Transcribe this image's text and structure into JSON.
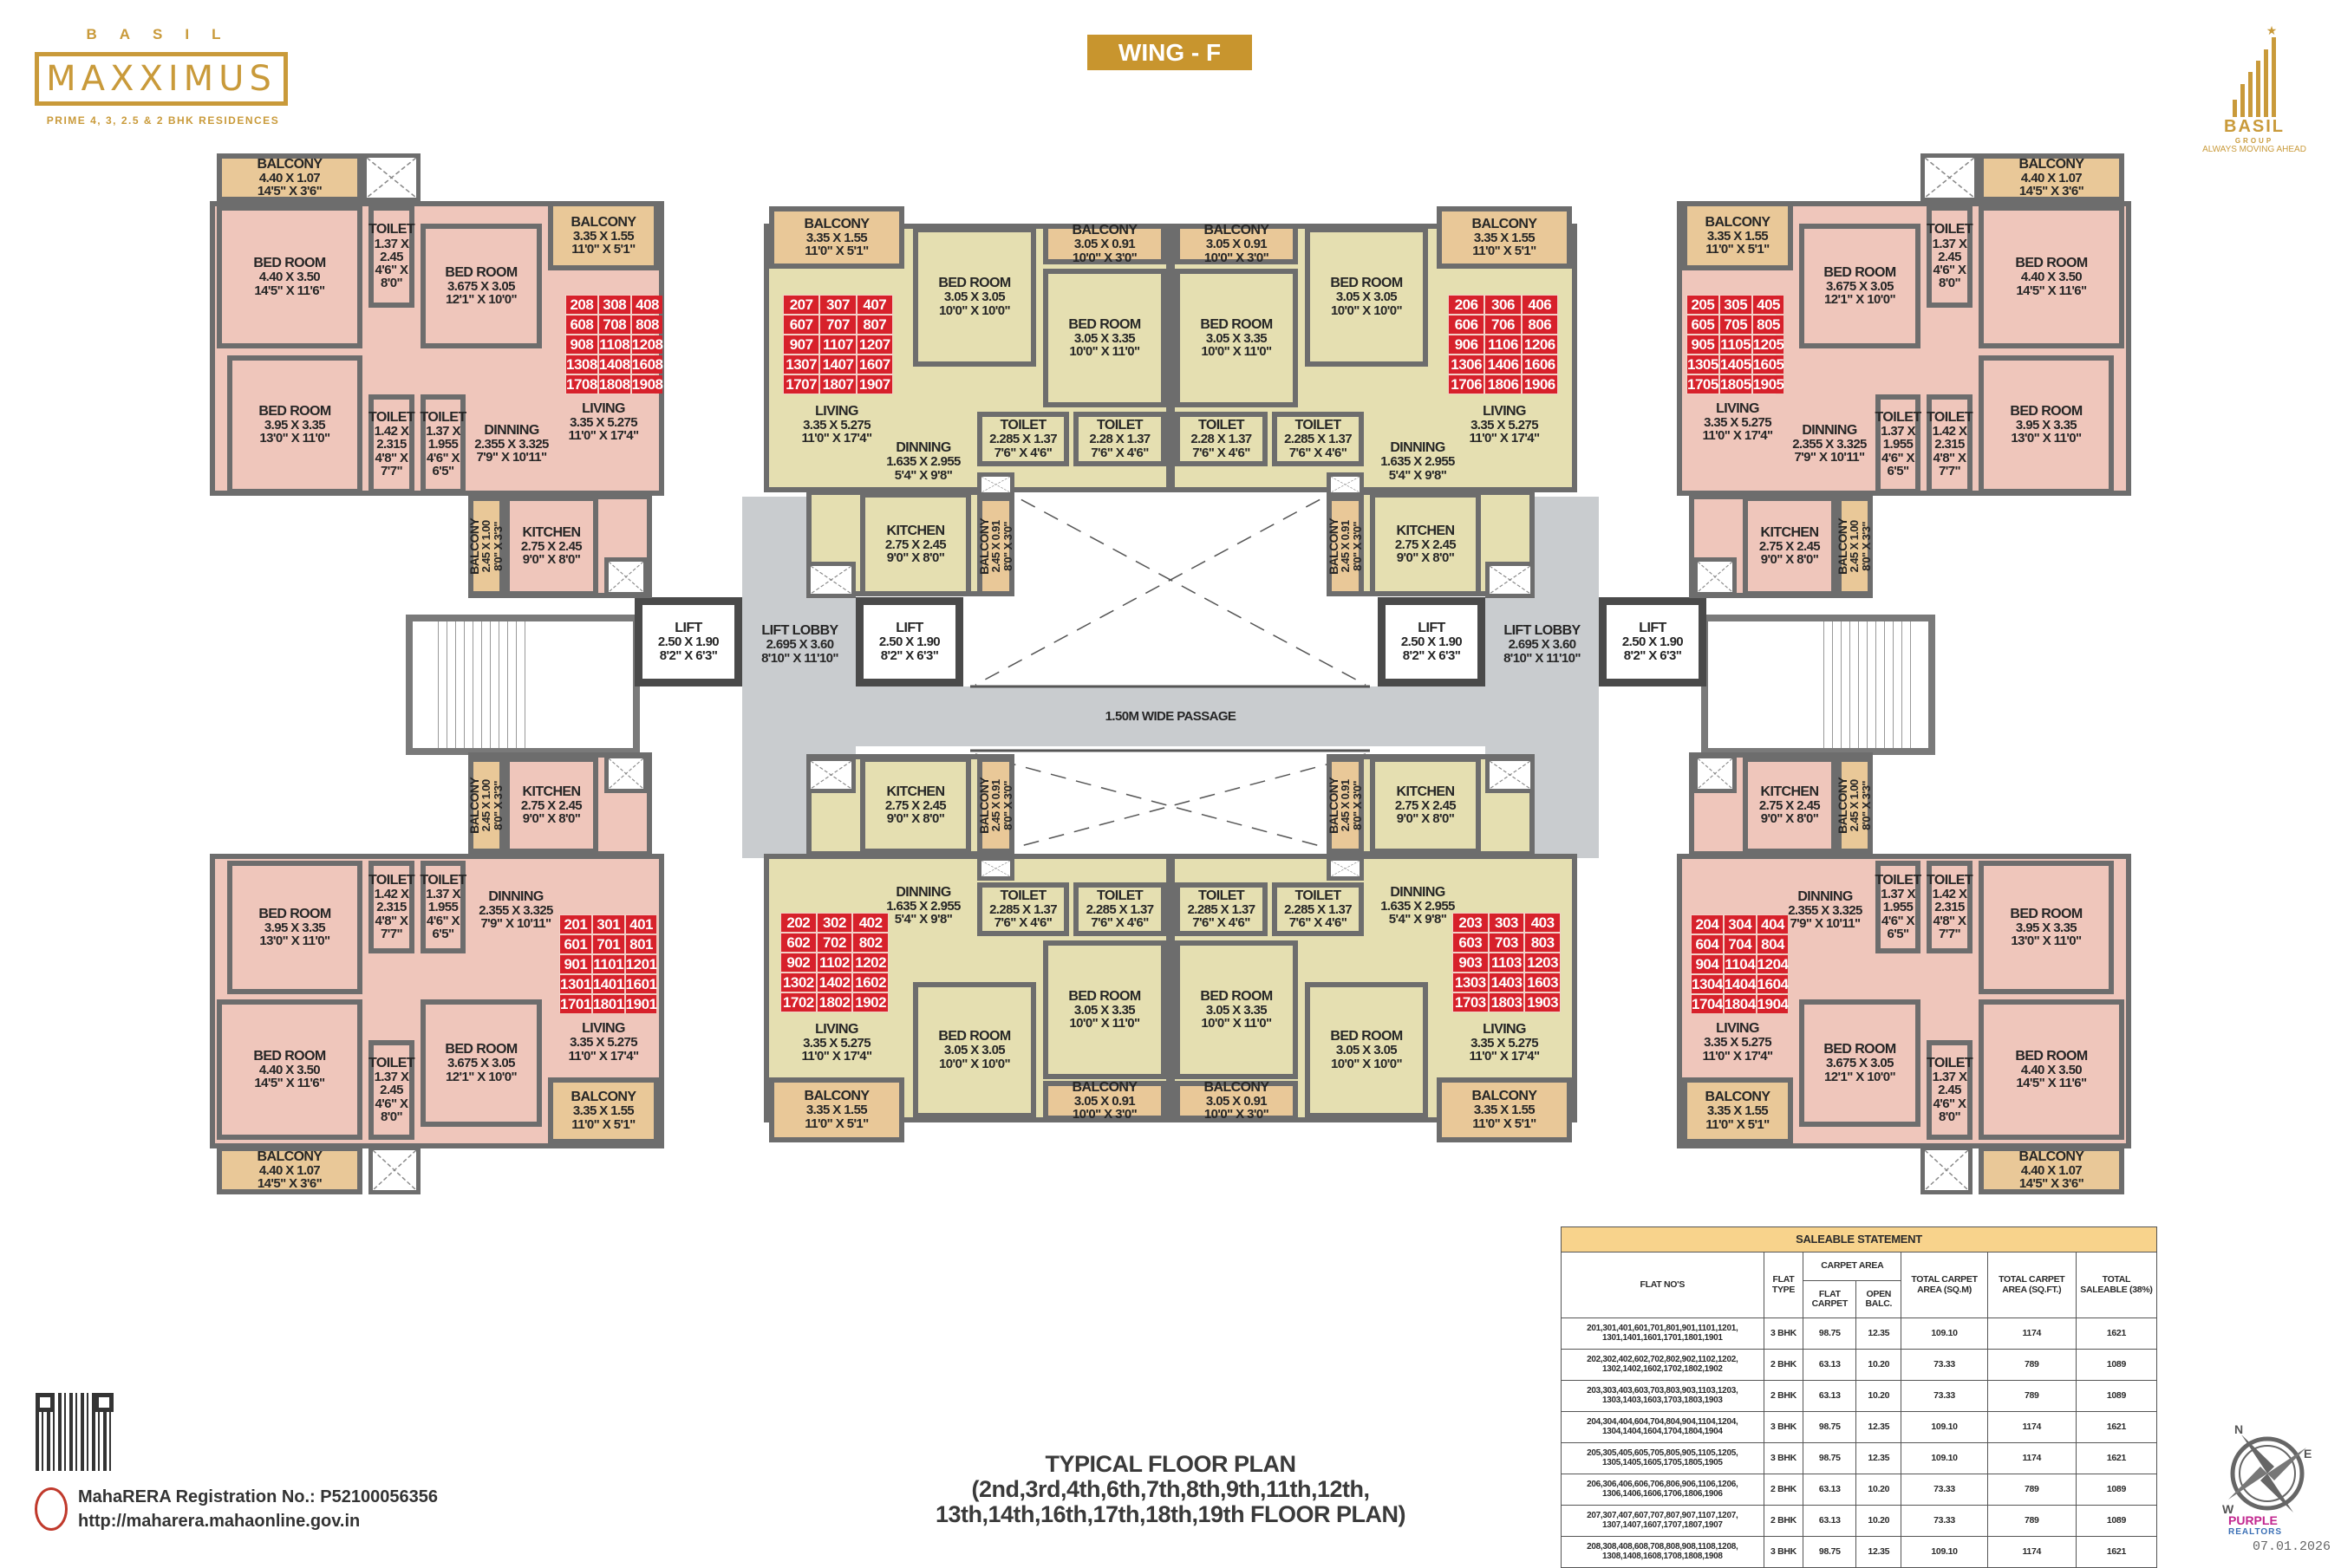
{
  "header": {
    "brand_top": "BASIL",
    "brand_name": "MAXXIMUS",
    "tagline": "PRIME 4, 3, 2.5 & 2 BHK RESIDENCES",
    "wing": "WING - F",
    "group_name": "BASIL",
    "group_sub": "GROUP",
    "group_slogan": "ALWAYS MOVING AHEAD"
  },
  "colors": {
    "gold": "#c8952e",
    "flat_3bhk": "#efc6bb",
    "flat_2bhk": "#e5dfb1",
    "balcony": "#e9c898",
    "unit_red": "#d7212b",
    "lobby": "#c9cccf"
  },
  "core": {
    "lift": {
      "name": "LIFT",
      "dim_m": "2.50 X 1.90",
      "dim_ft": "8'2\" X 6'3\""
    },
    "lobby": {
      "name": "LIFT LOBBY",
      "dim_m": "2.695 X 3.60",
      "dim_ft": "8'10\" X 11'10\""
    },
    "passage": "1.50M WIDE PASSAGE"
  },
  "flats": [
    {
      "type": "3 BHK",
      "units": [
        "208",
        "308",
        "408",
        "608",
        "708",
        "808",
        "908",
        "1108",
        "1208",
        "1308",
        "1408",
        "1608",
        "1708",
        "1808",
        "1908"
      ],
      "rooms": [
        {
          "name": "BALCONY",
          "dim_m": "4.40 X 1.07",
          "dim_ft": "14'5\" X 3'6\""
        },
        {
          "name": "BED ROOM",
          "dim_m": "4.40 X 3.50",
          "dim_ft": "14'5\" X 11'6\""
        },
        {
          "name": "TOILET",
          "dim_m": "1.37 X 2.45",
          "dim_ft": "4'6\" X 8'0\""
        },
        {
          "name": "BED ROOM",
          "dim_m": "3.675 X 3.05",
          "dim_ft": "12'1\" X 10'0\""
        },
        {
          "name": "BALCONY",
          "dim_m": "3.35 X 1.55",
          "dim_ft": "11'0\" X 5'1\""
        },
        {
          "name": "LIVING",
          "dim_m": "3.35 X 5.275",
          "dim_ft": "11'0\" X 17'4\""
        },
        {
          "name": "BED ROOM",
          "dim_m": "3.95 X 3.35",
          "dim_ft": "13'0\" X 11'0\""
        },
        {
          "name": "TOILET",
          "dim_m": "1.42 X 2.315",
          "dim_ft": "4'8\" X 7'7\""
        },
        {
          "name": "TOILET",
          "dim_m": "1.37 X 1.955",
          "dim_ft": "4'6\" X 6'5\""
        },
        {
          "name": "DINNING",
          "dim_m": "2.355 X 3.325",
          "dim_ft": "7'9\" X 10'11\""
        },
        {
          "name": "BALCONY",
          "dim_m": "2.45 X 1.00",
          "dim_ft": "8'0\" X 3'3\""
        },
        {
          "name": "KITCHEN",
          "dim_m": "2.75 X 2.45",
          "dim_ft": "9'0\" X 8'0\""
        }
      ]
    },
    {
      "type": "2 BHK",
      "units": [
        "207",
        "307",
        "407",
        "607",
        "707",
        "807",
        "907",
        "1107",
        "1207",
        "1307",
        "1407",
        "1607",
        "1707",
        "1807",
        "1907"
      ],
      "rooms": [
        {
          "name": "BALCONY",
          "dim_m": "3.35 X 1.55",
          "dim_ft": "11'0\" X 5'1\""
        },
        {
          "name": "LIVING",
          "dim_m": "3.35 X 5.275",
          "dim_ft": "11'0\" X 17'4\""
        },
        {
          "name": "BED ROOM",
          "dim_m": "3.05 X 3.05",
          "dim_ft": "10'0\" X 10'0\""
        },
        {
          "name": "BALCONY",
          "dim_m": "3.05 X 0.91",
          "dim_ft": "10'0\" X 3'0\""
        },
        {
          "name": "BED ROOM",
          "dim_m": "3.05 X 3.35",
          "dim_ft": "10'0\" X 11'0\""
        },
        {
          "name": "TOILET",
          "dim_m": "2.285 X 1.37",
          "dim_ft": "7'6\" X 4'6\""
        },
        {
          "name": "TOILET",
          "dim_m": "2.28 X 1.37",
          "dim_ft": "7'6\" X 4'6\""
        },
        {
          "name": "DINNING",
          "dim_m": "1.635 X 2.955",
          "dim_ft": "5'4\" X 9'8\""
        },
        {
          "name": "KITCHEN",
          "dim_m": "2.75 X 2.45",
          "dim_ft": "9'0\" X 8'0\""
        },
        {
          "name": "BALCONY",
          "dim_m": "2.45 X 0.91",
          "dim_ft": "8'0\" X 3'0\""
        }
      ]
    },
    {
      "type": "2 BHK",
      "units": [
        "206",
        "306",
        "406",
        "606",
        "706",
        "806",
        "906",
        "1106",
        "1206",
        "1306",
        "1406",
        "1606",
        "1706",
        "1806",
        "1906"
      ],
      "rooms": [
        {
          "name": "BALCONY",
          "dim_m": "3.35 X 1.55",
          "dim_ft": "11'0\" X 5'1\""
        },
        {
          "name": "LIVING",
          "dim_m": "3.35 X 5.275",
          "dim_ft": "11'0\" X 17'4\""
        },
        {
          "name": "BED ROOM",
          "dim_m": "3.05 X 3.05",
          "dim_ft": "10'0\" X 10'0\""
        },
        {
          "name": "BALCONY",
          "dim_m": "3.05 X 0.91",
          "dim_ft": "10'0\" X 3'0\""
        },
        {
          "name": "BED ROOM",
          "dim_m": "3.05 X 3.35",
          "dim_ft": "10'0\" X 11'0\""
        },
        {
          "name": "TOILET",
          "dim_m": "2.285 X 1.37",
          "dim_ft": "7'6\" X 4'6\""
        },
        {
          "name": "TOILET",
          "dim_m": "2.28 X 1.37",
          "dim_ft": "7'6\" X 4'6\""
        },
        {
          "name": "DINNING",
          "dim_m": "1.635 X 2.955",
          "dim_ft": "5'4\" X 9'8\""
        },
        {
          "name": "KITCHEN",
          "dim_m": "2.75 X 2.45",
          "dim_ft": "9'0\" X 8'0\""
        },
        {
          "name": "BALCONY",
          "dim_m": "2.45 X 0.91",
          "dim_ft": "8'0\" X 3'0\""
        }
      ]
    },
    {
      "type": "3 BHK",
      "units": [
        "205",
        "305",
        "405",
        "605",
        "705",
        "805",
        "905",
        "1105",
        "1205",
        "1305",
        "1405",
        "1605",
        "1705",
        "1805",
        "1905"
      ],
      "rooms": [
        {
          "name": "BALCONY",
          "dim_m": "4.40 X 1.07",
          "dim_ft": "14'5\" X 3'6\""
        },
        {
          "name": "BED ROOM",
          "dim_m": "4.40 X 3.50",
          "dim_ft": "14'5\" X 11'6\""
        },
        {
          "name": "TOILET",
          "dim_m": "1.37 X 2.45",
          "dim_ft": "4'6\" X 8'0\""
        },
        {
          "name": "BED ROOM",
          "dim_m": "3.675 X 3.05",
          "dim_ft": "12'1\" X 10'0\""
        },
        {
          "name": "BALCONY",
          "dim_m": "3.35 X 1.55",
          "dim_ft": "11'0\" X 5'1\""
        },
        {
          "name": "LIVING",
          "dim_m": "3.35 X 5.275",
          "dim_ft": "11'0\" X 17'4\""
        },
        {
          "name": "BED ROOM",
          "dim_m": "3.95 X 3.35",
          "dim_ft": "13'0\" X 11'0\""
        },
        {
          "name": "TOILET",
          "dim_m": "1.42 X 2.315",
          "dim_ft": "4'8\" X 7'7\""
        },
        {
          "name": "TOILET",
          "dim_m": "1.37 X 1.955",
          "dim_ft": "4'6\" X 6'5\""
        },
        {
          "name": "DINNING",
          "dim_m": "2.355 X 3.325",
          "dim_ft": "7'9\" X 10'11\""
        },
        {
          "name": "BALCONY",
          "dim_m": "2.45 X 1.00",
          "dim_ft": "8'0\" X 3'3\""
        },
        {
          "name": "KITCHEN",
          "dim_m": "2.75 X 2.45",
          "dim_ft": "9'0\" X 8'0\""
        }
      ]
    },
    {
      "type": "3 BHK",
      "units": [
        "201",
        "301",
        "401",
        "601",
        "701",
        "801",
        "901",
        "1101",
        "1201",
        "1301",
        "1401",
        "1601",
        "1701",
        "1801",
        "1901"
      ],
      "rooms": [
        {
          "name": "BALCONY",
          "dim_m": "4.40 X 1.07",
          "dim_ft": "14'5\" X 3'6\""
        },
        {
          "name": "BED ROOM",
          "dim_m": "4.40 X 3.50",
          "dim_ft": "14'5\" X 11'6\""
        },
        {
          "name": "TOILET",
          "dim_m": "1.37 X 2.45",
          "dim_ft": "4'6\" X 8'0\""
        },
        {
          "name": "BED ROOM",
          "dim_m": "3.675 X 3.05",
          "dim_ft": "12'1\" X 10'0\""
        },
        {
          "name": "BALCONY",
          "dim_m": "3.35 X 1.55",
          "dim_ft": "11'0\" X 5'1\""
        },
        {
          "name": "LIVING",
          "dim_m": "3.35 X 5.275",
          "dim_ft": "11'0\" X 17'4\""
        },
        {
          "name": "BED ROOM",
          "dim_m": "3.95 X 3.35",
          "dim_ft": "13'0\" X 11'0\""
        },
        {
          "name": "TOILET",
          "dim_m": "1.42 X 2.315",
          "dim_ft": "4'8\" X 7'7\""
        },
        {
          "name": "TOILET",
          "dim_m": "1.37 X 1.955",
          "dim_ft": "4'6\" X 6'5\""
        },
        {
          "name": "DINNING",
          "dim_m": "2.355 X 3.325",
          "dim_ft": "7'9\" X 10'11\""
        },
        {
          "name": "BALCONY",
          "dim_m": "2.45 X 1.00",
          "dim_ft": "8'0\" X 3'3\""
        },
        {
          "name": "KITCHEN",
          "dim_m": "2.75 X 2.45",
          "dim_ft": "9'0\" X 8'0\""
        }
      ]
    },
    {
      "type": "2 BHK",
      "units": [
        "202",
        "302",
        "402",
        "602",
        "702",
        "802",
        "902",
        "1102",
        "1202",
        "1302",
        "1402",
        "1602",
        "1702",
        "1802",
        "1902"
      ],
      "rooms": [
        {
          "name": "BALCONY",
          "dim_m": "3.35 X 1.55",
          "dim_ft": "11'0\" X 5'1\""
        },
        {
          "name": "LIVING",
          "dim_m": "3.35 X 5.275",
          "dim_ft": "11'0\" X 17'4\""
        },
        {
          "name": "BED ROOM",
          "dim_m": "3.05 X 3.05",
          "dim_ft": "10'0\" X 10'0\""
        },
        {
          "name": "BALCONY",
          "dim_m": "3.05 X 0.91",
          "dim_ft": "10'0\" X 3'0\""
        },
        {
          "name": "BED ROOM",
          "dim_m": "3.05 X 3.35",
          "dim_ft": "10'0\" X 11'0\""
        },
        {
          "name": "TOILET",
          "dim_m": "2.285 X 1.37",
          "dim_ft": "7'6\" X 4'6\""
        },
        {
          "name": "TOILET",
          "dim_m": "2.285 X 1.37",
          "dim_ft": "7'6\" X 4'6\""
        },
        {
          "name": "DINNING",
          "dim_m": "1.635 X 2.955",
          "dim_ft": "5'4\" X 9'8\""
        },
        {
          "name": "KITCHEN",
          "dim_m": "2.75 X 2.45",
          "dim_ft": "9'0\" X 8'0\""
        },
        {
          "name": "BALCONY",
          "dim_m": "2.45 X 0.91",
          "dim_ft": "8'0\" X 3'0\""
        }
      ]
    },
    {
      "type": "2 BHK",
      "units": [
        "203",
        "303",
        "403",
        "603",
        "703",
        "803",
        "903",
        "1103",
        "1203",
        "1303",
        "1403",
        "1603",
        "1703",
        "1803",
        "1903"
      ],
      "rooms": [
        {
          "name": "BALCONY",
          "dim_m": "3.35 X 1.55",
          "dim_ft": "11'0\" X 5'1\""
        },
        {
          "name": "LIVING",
          "dim_m": "3.35 X 5.275",
          "dim_ft": "11'0\" X 17'4\""
        },
        {
          "name": "BED ROOM",
          "dim_m": "3.05 X 3.05",
          "dim_ft": "10'0\" X 10'0\""
        },
        {
          "name": "BALCONY",
          "dim_m": "3.05 X 0.91",
          "dim_ft": "10'0\" X 3'0\""
        },
        {
          "name": "BED ROOM",
          "dim_m": "3.05 X 3.35",
          "dim_ft": "10'0\" X 11'0\""
        },
        {
          "name": "TOILET",
          "dim_m": "2.285 X 1.37",
          "dim_ft": "7'6\" X 4'6\""
        },
        {
          "name": "TOILET",
          "dim_m": "2.285 X 1.37",
          "dim_ft": "7'6\" X 4'6\""
        },
        {
          "name": "DINNING",
          "dim_m": "1.635 X 2.955",
          "dim_ft": "5'4\" X 9'8\""
        },
        {
          "name": "KITCHEN",
          "dim_m": "2.75 X 2.45",
          "dim_ft": "9'0\" X 8'0\""
        },
        {
          "name": "BALCONY",
          "dim_m": "2.45 X 0.91",
          "dim_ft": "8'0\" X 3'0\""
        }
      ]
    },
    {
      "type": "3 BHK",
      "units": [
        "204",
        "304",
        "404",
        "604",
        "704",
        "804",
        "904",
        "1104",
        "1204",
        "1304",
        "1404",
        "1604",
        "1704",
        "1804",
        "1904"
      ],
      "rooms": [
        {
          "name": "BALCONY",
          "dim_m": "4.40 X 1.07",
          "dim_ft": "14'5\" X 3'6\""
        },
        {
          "name": "BED ROOM",
          "dim_m": "4.40 X 3.50",
          "dim_ft": "14'5\" X 11'6\""
        },
        {
          "name": "TOILET",
          "dim_m": "1.37 X 2.45",
          "dim_ft": "4'6\" X 8'0\""
        },
        {
          "name": "BED ROOM",
          "dim_m": "3.675 X 3.05",
          "dim_ft": "12'1\" X 10'0\""
        },
        {
          "name": "BALCONY",
          "dim_m": "3.35 X 1.55",
          "dim_ft": "11'0\" X 5'1\""
        },
        {
          "name": "LIVING",
          "dim_m": "3.35 X 5.275",
          "dim_ft": "11'0\" X 17'4\""
        },
        {
          "name": "BED ROOM",
          "dim_m": "3.95 X 3.35",
          "dim_ft": "13'0\" X 11'0\""
        },
        {
          "name": "TOILET",
          "dim_m": "1.42 X 2.315",
          "dim_ft": "4'8\" X 7'7\""
        },
        {
          "name": "TOILET",
          "dim_m": "1.37 X 1.955",
          "dim_ft": "4'6\" X 6'5\""
        },
        {
          "name": "DINNING",
          "dim_m": "2.355 X 3.325",
          "dim_ft": "7'9\" X 10'11\""
        },
        {
          "name": "BALCONY",
          "dim_m": "2.45 X 1.00",
          "dim_ft": "8'0\" X 3'3\""
        },
        {
          "name": "KITCHEN",
          "dim_m": "2.75 X 2.45",
          "dim_ft": "9'0\" X 8'0\""
        }
      ]
    }
  ],
  "table": {
    "caption": "SALEABLE STATEMENT",
    "headers": {
      "flat_nos": "FLAT NO'S",
      "flat_type": "FLAT TYPE",
      "carpet_area": "CARPET AREA",
      "flat_carpet": "FLAT CARPET",
      "open_balc": "OPEN BALC.",
      "total_sqm": "TOTAL CARPET AREA (SQ.M)",
      "total_sqft": "TOTAL CARPET AREA (SQ.FT.)",
      "saleable": "TOTAL SALEABLE (38%)"
    },
    "rows": [
      {
        "flats": "201,301,401,601,701,801,901,1101,1201, 1301,1401,1601,1701,1801,1901",
        "type": "3 BHK",
        "flat_carpet": "98.75",
        "open_balc": "12.35",
        "total_sqm": "109.10",
        "total_sqft": "1174",
        "saleable": "1621"
      },
      {
        "flats": "202,302,402,602,702,802,902,1102,1202, 1302,1402,1602,1702,1802,1902",
        "type": "2 BHK",
        "flat_carpet": "63.13",
        "open_balc": "10.20",
        "total_sqm": "73.33",
        "total_sqft": "789",
        "saleable": "1089"
      },
      {
        "flats": "203,303,403,603,703,803,903,1103,1203, 1303,1403,1603,1703,1803,1903",
        "type": "2 BHK",
        "flat_carpet": "63.13",
        "open_balc": "10.20",
        "total_sqm": "73.33",
        "total_sqft": "789",
        "saleable": "1089"
      },
      {
        "flats": "204,304,404,604,704,804,904,1104,1204, 1304,1404,1604,1704,1804,1904",
        "type": "3 BHK",
        "flat_carpet": "98.75",
        "open_balc": "12.35",
        "total_sqm": "109.10",
        "total_sqft": "1174",
        "saleable": "1621"
      },
      {
        "flats": "205,305,405,605,705,805,905,1105,1205, 1305,1405,1605,1705,1805,1905",
        "type": "3 BHK",
        "flat_carpet": "98.75",
        "open_balc": "12.35",
        "total_sqm": "109.10",
        "total_sqft": "1174",
        "saleable": "1621"
      },
      {
        "flats": "206,306,406,606,706,806,906,1106,1206, 1306,1406,1606,1706,1806,1906",
        "type": "2 BHK",
        "flat_carpet": "63.13",
        "open_balc": "10.20",
        "total_sqm": "73.33",
        "total_sqft": "789",
        "saleable": "1089"
      },
      {
        "flats": "207,307,407,607,707,807,907,1107,1207, 1307,1407,1607,1707,1807,1907",
        "type": "2 BHK",
        "flat_carpet": "63.13",
        "open_balc": "10.20",
        "total_sqm": "73.33",
        "total_sqft": "789",
        "saleable": "1089"
      },
      {
        "flats": "208,308,408,608,708,808,908,1108,1208, 1308,1408,1608,1708,1808,1908",
        "type": "3 BHK",
        "flat_carpet": "98.75",
        "open_balc": "12.35",
        "total_sqm": "109.10",
        "total_sqft": "1174",
        "saleable": "1621"
      }
    ]
  },
  "footer": {
    "title": "TYPICAL FLOOR PLAN",
    "floors_line1": "(2nd,3rd,4th,6th,7th,8th,9th,11th,12th,",
    "floors_line2": "13th,14th,16th,17th,18th,19th FLOOR PLAN)",
    "rera_label": "MahaRERA Registration No.: P52100056356",
    "rera_url": "http://maharera.mahaonline.gov.in",
    "compass": {
      "n": "N",
      "e": "E",
      "w": "W"
    },
    "realtor_name": "PURPLE",
    "realtor_sub": "REALTORS",
    "date": "07.01.2026"
  }
}
